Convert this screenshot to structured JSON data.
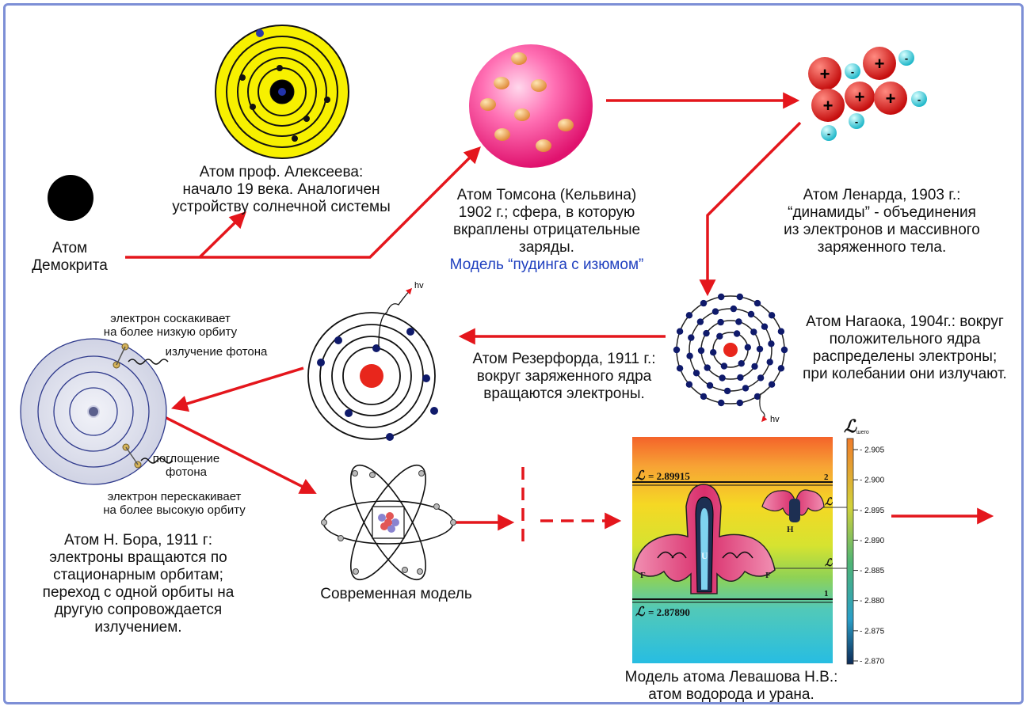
{
  "democritus": [
    "Атом",
    "Демокрита"
  ],
  "alekseev": [
    "Атом проф. Алексеева:",
    "начало 19 века. Аналогичен",
    "устройству солнечной системы"
  ],
  "thomson": [
    "Атом Томсона (Кельвина)",
    "1902 г.; сфера, в которую",
    "вкраплены отрицательные",
    "заряды."
  ],
  "thomson_model": "Модель “пудинга с изюмом”",
  "lenard": [
    "Атом Ленарда, 1903 г.:",
    "“динамиды” - объединения",
    "из электронов и массивного",
    "заряженного тела."
  ],
  "nagaoka": [
    "Атом Нагаока, 1904г.: вокруг",
    "положительного ядра",
    "распределены электроны;",
    "при колебании они излучают."
  ],
  "rutherford": [
    "Атом Резерфорда, 1911 г.:",
    "вокруг заряженного ядра",
    "вращаются электроны."
  ],
  "bohr": [
    "Атом Н. Бора, 1911 г:",
    "электроны вращаются по",
    "стационарным орбитам;",
    "переход с одной орбиты на",
    "другую сопровождается",
    "излучением."
  ],
  "bohr_notes": {
    "jump_down": [
      "электрон соскакивает",
      "на более низкую орбиту"
    ],
    "emission": "излучение фотона",
    "absorption": [
      "поглощение",
      "фотона"
    ],
    "jump_up": [
      "электрон перескакивает",
      "на более высокую орбиту"
    ]
  },
  "modern": "Современная модель",
  "levashov": [
    "Модель атома Левашова Н.В.:",
    "атом водорода и урана."
  ],
  "hv": "hv",
  "signs": {
    "plus": "+",
    "minus": "-"
  },
  "levashov_plot": {
    "l_upper": "2.89915",
    "l_lower": "2.87890",
    "level_labels": [
      "2",
      "1"
    ],
    "scale_title": "ℒ",
    "scale_sub": "шего",
    "scale_ticks": [
      "2.905",
      "2.900",
      "2.895",
      "2.890",
      "2.885",
      "2.880",
      "2.875",
      "2.870"
    ],
    "marks": {
      "U": "U",
      "H": "H",
      "F": "F",
      "LH": "ℒ",
      "LU": "ℒ"
    }
  },
  "colors": {
    "arrow": "#e4161c",
    "caption_blue": "#1e3fbf",
    "electron": "#0f1a6b",
    "nucleus": "#e8261c",
    "alekseev_yellow": "#f7f000"
  }
}
